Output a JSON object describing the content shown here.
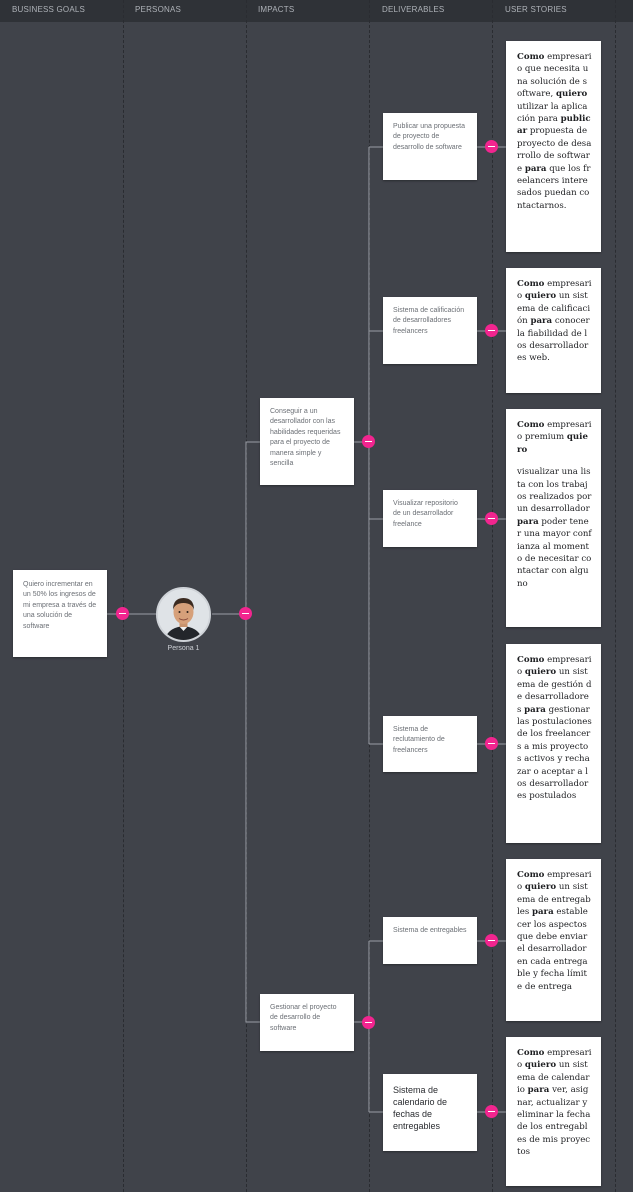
{
  "columns": [
    "BUSINESS GOALS",
    "PERSONAS",
    "IMPACTS",
    "DELIVERABLES",
    "USER STORIES"
  ],
  "business_goal": "Quiero incrementar en un 50% los ingresos de mi empresa a través de una solución de software",
  "persona": {
    "name": "Persona 1"
  },
  "impacts": [
    "Conseguir a un desarrollador con las habilidades requeridas para el proyecto de manera simple y sencilla",
    "Gestionar el proyecto de desarrollo de software"
  ],
  "deliverables": [
    "Publicar una propuesta de proyecto de desarrollo de software",
    "Sistema de calificación de desarrolladores freelancers",
    "Visualizar repositorio de un desarrollador freelance",
    "Sistema de reclutamiento de freelancers",
    "Sistema de entregables",
    "Sistema de calendario de fechas de entregables"
  ],
  "stories": [
    {
      "p1": "Como",
      "p2": " empresario que necesita una solución de software, ",
      "p3": "quiero",
      "p4": " utilizar la aplicación para ",
      "p5": "publicar",
      "p6": " propuesta de proyecto de desarrollo de software ",
      "p7": "para",
      "p8": " que los freelancers interesados puedan contactarnos."
    },
    {
      "p1": "Como",
      "p2": " empresario ",
      "p3": "quiero",
      "p4": " un sistema de calificación ",
      "p5": "para",
      "p6": " conocer la fiabilidad de los desarrolladores web."
    },
    {
      "p1": "Como",
      "p2": " empresario premium ",
      "p3": "quiero",
      "p4": "visualizar una lista con los trabajos realizados por un desarrollador ",
      "p5": "para",
      "p6": " poder tener una mayor confianza al momento de necesitar contactar con alguno"
    },
    {
      "p1": "Como",
      "p2": " empresario ",
      "p3": "quiero",
      "p4": " un sistema de gestión de desarrolladores ",
      "p5": "para",
      "p6": " gestionar las postulaciones de los freelancers a mis proyectos activos y rechazar o aceptar a los desarrolladores postulados"
    },
    {
      "p1": "Como",
      "p2": " empresario ",
      "p3": "quiero",
      "p4": " un sistema de entregables ",
      "p5": "para",
      "p6": " establecer los aspectos que debe enviar el desarrollador en cada entregable y fecha límite de entrega"
    },
    {
      "p1": "Como",
      "p2": " empresario ",
      "p3": "quiero",
      "p4": " un sistema de calendario ",
      "p5": "para",
      "p6": " ver, asignar, actualizar y eliminar la fecha de los entregables de mis proyectos"
    }
  ],
  "colors": {
    "background": "#40434a",
    "header": "#2f3237",
    "node": "#f2258f",
    "connector": "#9a9ea5"
  }
}
